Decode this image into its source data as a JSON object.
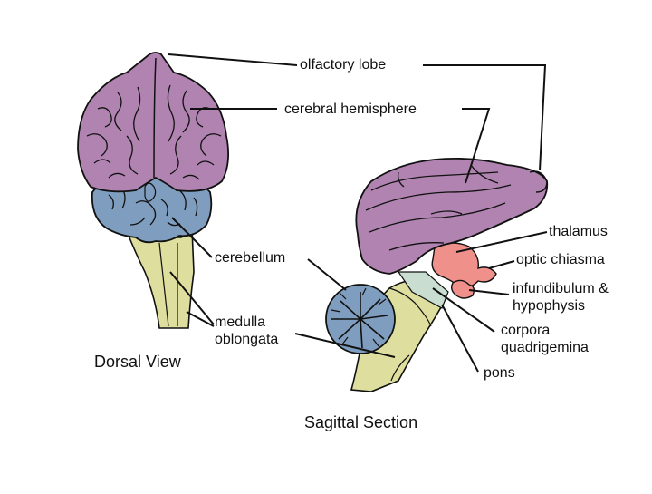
{
  "labels": {
    "olfactory_lobe": "olfactory lobe",
    "cerebral_hemisphere": "cerebral hemisphere",
    "cerebellum": "cerebellum",
    "medulla_line1": "medulla",
    "medulla_line2": "oblongata",
    "thalamus": "thalamus",
    "optic_chiasma": "optic chiasma",
    "infundibulum_line1": "infundibulum &",
    "infundibulum_line2": "hypophysis",
    "corpora_line1": "corpora",
    "corpora_line2": "quadrigemina",
    "pons": "pons"
  },
  "captions": {
    "dorsal": "Dorsal View",
    "sagittal": "Sagittal Section"
  },
  "colors": {
    "cerebrum": "#b083b0",
    "cerebellum": "#7f9dbe",
    "medulla": "#dede9e",
    "thalamus": "#f0908a",
    "stem_light": "#c9ddd0",
    "outline": "#111111"
  }
}
